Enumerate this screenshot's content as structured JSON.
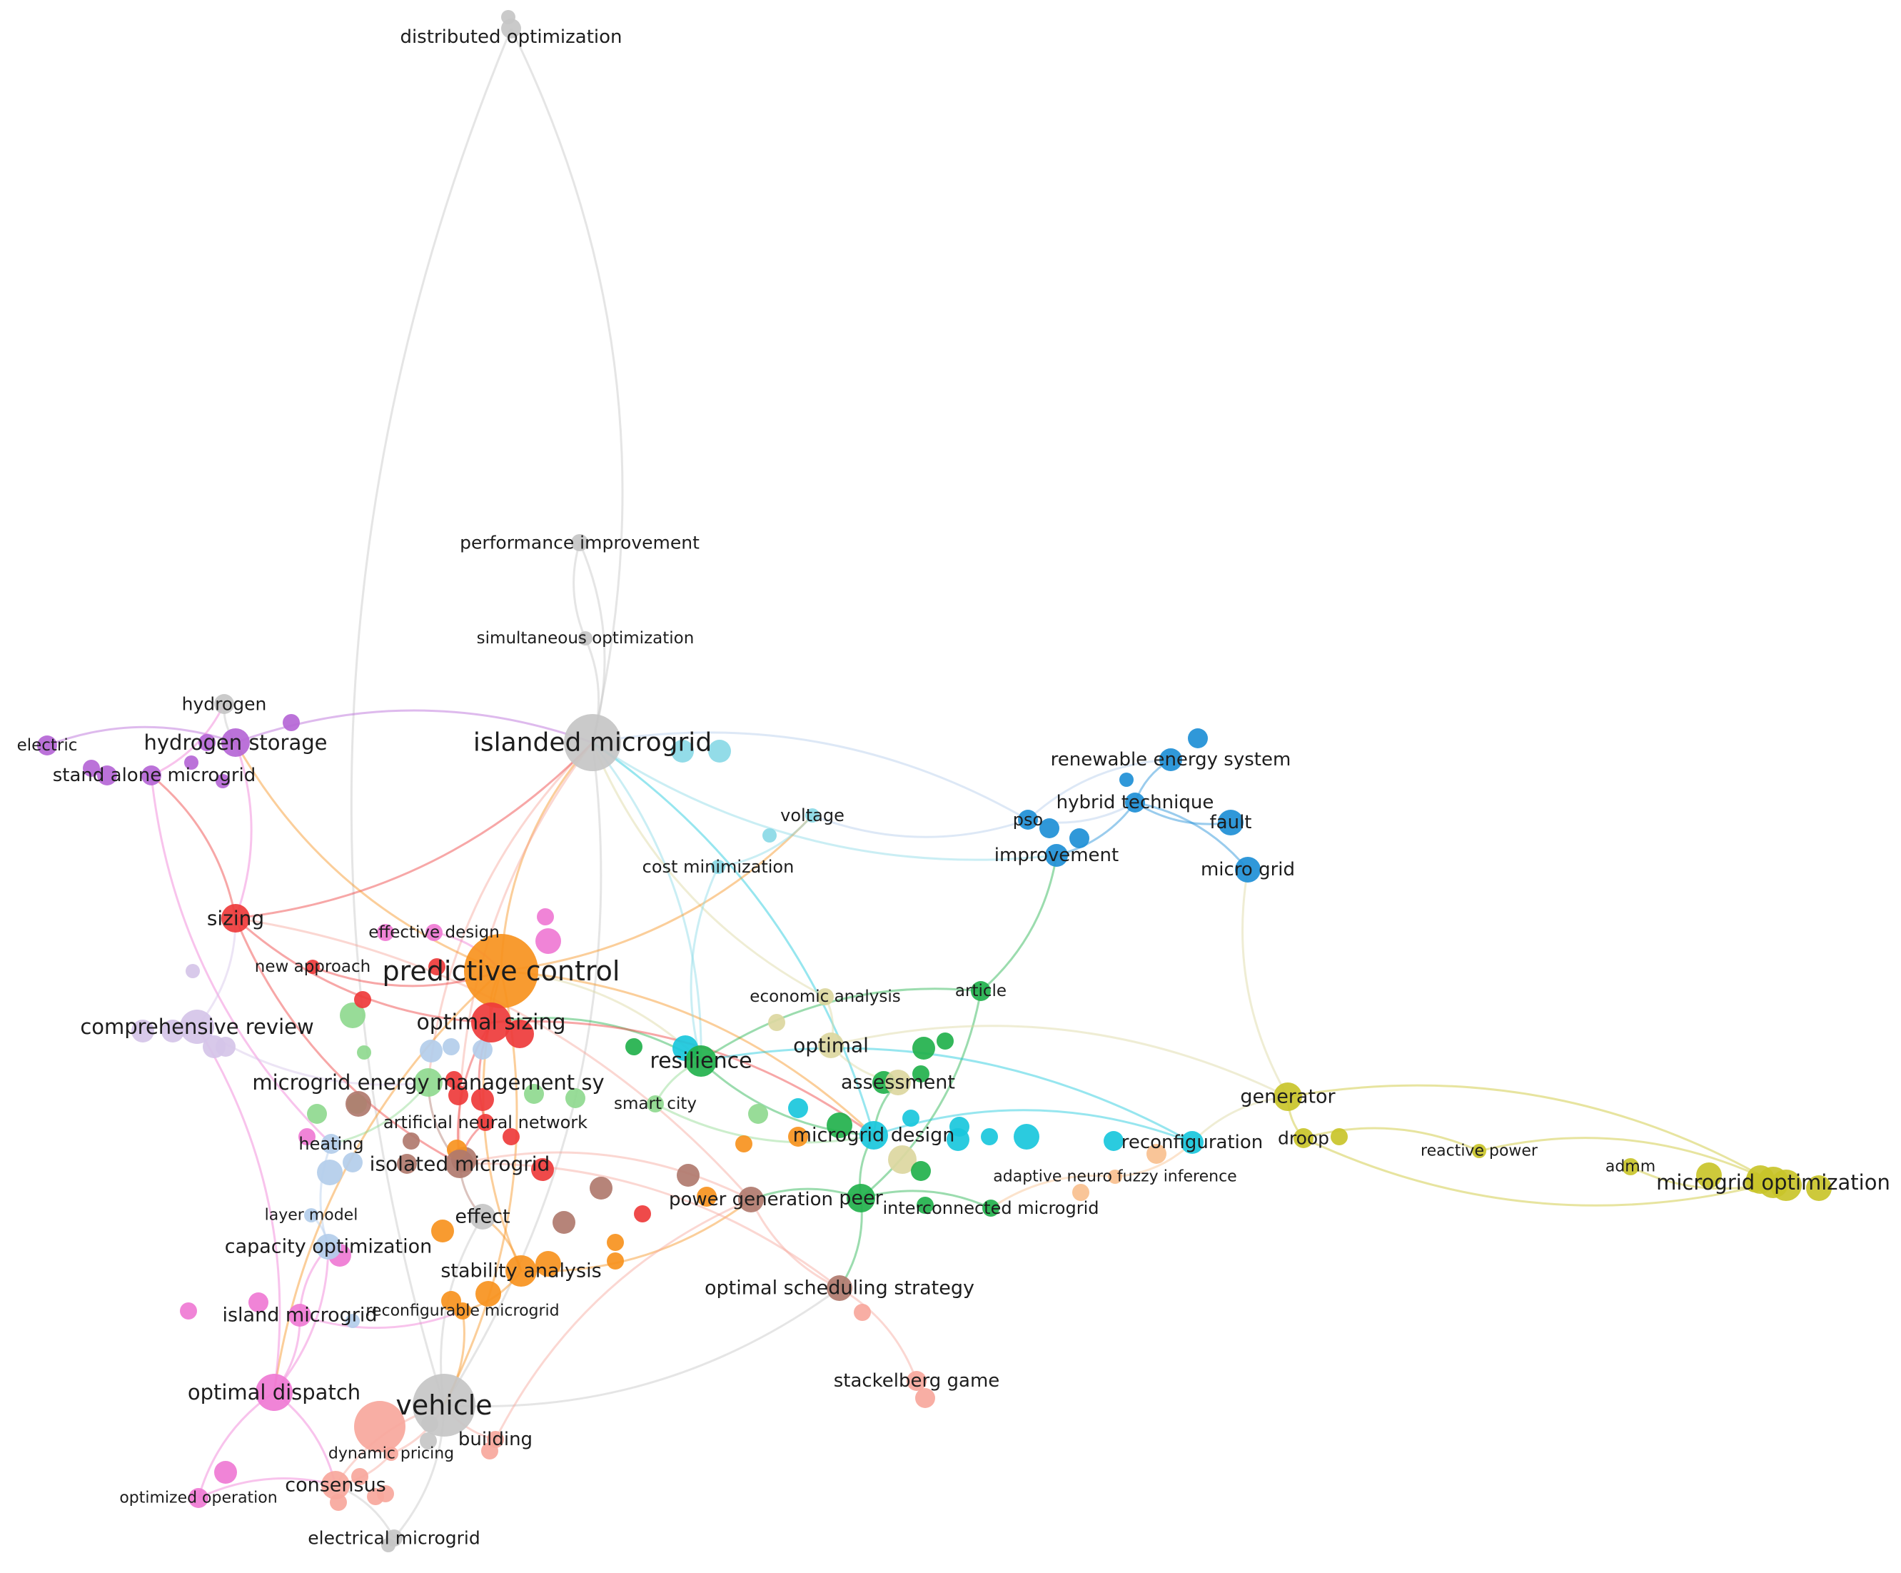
{
  "colors": {
    "grey": "#c6c6c6",
    "orange": "#f7931e",
    "red": "#ee3b3b",
    "purple": "#b566d6",
    "lavender": "#d5c4e8",
    "pink": "#ef7ad4",
    "salmon": "#f7a79c",
    "brown": "#b07a6e",
    "lightgreen": "#8fd98f",
    "green": "#22b14c",
    "cyan": "#19c7dc",
    "lightcyan": "#8ad9e6",
    "blue": "#1e8fd6",
    "lightblue": "#b3cdea",
    "olive": "#c9c42a",
    "khaki": "#dcd7a0",
    "peach": "#f9c08f"
  },
  "terms": [
    {
      "id": "distributed_optimization",
      "label": "distributed optimization",
      "color": "grey"
    },
    {
      "id": "performance_improvement",
      "label": "performance improvement",
      "color": "grey"
    },
    {
      "id": "simultaneous_optimization",
      "label": "simultaneous optimization",
      "color": "grey"
    },
    {
      "id": "islanded_microgrid",
      "label": "islanded microgrid",
      "color": "grey"
    },
    {
      "id": "hydrogen",
      "label": "hydrogen",
      "color": "grey"
    },
    {
      "id": "hydrogen_storage",
      "label": "hydrogen storage",
      "color": "purple"
    },
    {
      "id": "electric",
      "label": "electric",
      "color": "purple"
    },
    {
      "id": "stand_alone_microgrid",
      "label": "stand alone microgrid",
      "color": "purple"
    },
    {
      "id": "renewable_energy_system",
      "label": "renewable energy system",
      "color": "blue"
    },
    {
      "id": "hybrid_technique",
      "label": "hybrid technique",
      "color": "blue"
    },
    {
      "id": "voltage",
      "label": "voltage",
      "color": "lightcyan"
    },
    {
      "id": "pso",
      "label": "pso",
      "color": "blue"
    },
    {
      "id": "fault",
      "label": "fault",
      "color": "blue"
    },
    {
      "id": "improvement",
      "label": "improvement",
      "color": "blue"
    },
    {
      "id": "micro_grid",
      "label": "micro grid",
      "color": "blue"
    },
    {
      "id": "cost_minimization",
      "label": "cost minimization",
      "color": "lightcyan"
    },
    {
      "id": "sizing",
      "label": "sizing",
      "color": "red"
    },
    {
      "id": "effective_design",
      "label": "effective design",
      "color": "pink"
    },
    {
      "id": "new_approach",
      "label": "new approach",
      "color": "red"
    },
    {
      "id": "predictive_control",
      "label": "predictive control",
      "color": "orange"
    },
    {
      "id": "economic_analysis",
      "label": "economic analysis",
      "color": "khaki"
    },
    {
      "id": "article",
      "label": "article",
      "color": "green"
    },
    {
      "id": "comprehensive_review",
      "label": "comprehensive review",
      "color": "lavender"
    },
    {
      "id": "optimal_sizing",
      "label": "optimal sizing",
      "color": "red"
    },
    {
      "id": "optimal",
      "label": "optimal",
      "color": "khaki"
    },
    {
      "id": "resilience",
      "label": "resilience",
      "color": "green"
    },
    {
      "id": "assessment",
      "label": "assessment",
      "color": "khaki"
    },
    {
      "id": "microgrid_energy_management_sy",
      "label": "microgrid energy management sy",
      "color": "lightgreen"
    },
    {
      "id": "generator",
      "label": "generator",
      "color": "olive"
    },
    {
      "id": "smart_city",
      "label": "smart city",
      "color": "lightgreen"
    },
    {
      "id": "artificial_neural_network",
      "label": "artificial neural network",
      "color": "red"
    },
    {
      "id": "microgrid_design",
      "label": "microgrid design",
      "color": "cyan"
    },
    {
      "id": "heating",
      "label": "heating",
      "color": "lightblue"
    },
    {
      "id": "reconfiguration",
      "label": "reconfiguration",
      "color": "cyan"
    },
    {
      "id": "droop",
      "label": "droop",
      "color": "olive"
    },
    {
      "id": "reactive_power",
      "label": "reactive power",
      "color": "olive"
    },
    {
      "id": "isolated_microgrid",
      "label": "isolated microgrid",
      "color": "brown"
    },
    {
      "id": "adaptive_neuro_fuzzy_inference",
      "label": "adaptive neuro fuzzy inference",
      "color": "peach"
    },
    {
      "id": "admm",
      "label": "admm",
      "color": "olive"
    },
    {
      "id": "microgrid_optimization",
      "label": "microgrid optimization",
      "color": "olive"
    },
    {
      "id": "power_generation",
      "label": "power generation",
      "color": "brown"
    },
    {
      "id": "peer",
      "label": "peer",
      "color": "green"
    },
    {
      "id": "effect",
      "label": "effect",
      "color": "grey"
    },
    {
      "id": "interconnected_microgrid",
      "label": "interconnected microgrid",
      "color": "green"
    },
    {
      "id": "layer_model",
      "label": "layer model",
      "color": "lightblue"
    },
    {
      "id": "capacity_optimization",
      "label": "capacity optimization",
      "color": "lightblue"
    },
    {
      "id": "stability_analysis",
      "label": "stability analysis",
      "color": "orange"
    },
    {
      "id": "optimal_scheduling_strategy",
      "label": "optimal scheduling strategy",
      "color": "brown"
    },
    {
      "id": "island_microgrid",
      "label": "island microgrid",
      "color": "pink"
    },
    {
      "id": "reconfigurable_microgrid",
      "label": "reconfigurable microgrid",
      "color": "orange"
    },
    {
      "id": "stackelberg_game",
      "label": "stackelberg game",
      "color": "salmon"
    },
    {
      "id": "optimal_dispatch",
      "label": "optimal dispatch",
      "color": "pink"
    },
    {
      "id": "vehicle",
      "label": "vehicle",
      "color": "grey"
    },
    {
      "id": "building",
      "label": "building",
      "color": "salmon"
    },
    {
      "id": "dynamic_pricing",
      "label": "dynamic pricing",
      "color": "salmon"
    },
    {
      "id": "consensus",
      "label": "consensus",
      "color": "salmon"
    },
    {
      "id": "optimized_operation",
      "label": "optimized operation",
      "color": "pink"
    },
    {
      "id": "electrical_microgrid",
      "label": "electrical microgrid",
      "color": "grey"
    }
  ],
  "links": [
    [
      "distributed_optimization",
      "islanded_microgrid",
      "grey"
    ],
    [
      "distributed_optimization",
      "vehicle",
      "grey"
    ],
    [
      "performance_improvement",
      "islanded_microgrid",
      "grey"
    ],
    [
      "performance_improvement",
      "simultaneous_optimization",
      "grey"
    ],
    [
      "simultaneous_optimization",
      "islanded_microgrid",
      "grey"
    ],
    [
      "islanded_microgrid",
      "predictive_control",
      "orange"
    ],
    [
      "islanded_microgrid",
      "vehicle",
      "grey"
    ],
    [
      "islanded_microgrid",
      "microgrid_energy_management_sy",
      "salmon"
    ],
    [
      "islanded_microgrid",
      "pso",
      "lightblue"
    ],
    [
      "islanded_microgrid",
      "improvement",
      "lightcyan"
    ],
    [
      "islanded_microgrid",
      "resilience",
      "lightcyan"
    ],
    [
      "islanded_microgrid",
      "hydrogen_storage",
      "purple"
    ],
    [
      "islanded_microgrid",
      "sizing",
      "red"
    ],
    [
      "islanded_microgrid",
      "isolated_microgrid",
      "salmon"
    ],
    [
      "islanded_microgrid",
      "microgrid_design",
      "cyan"
    ],
    [
      "islanded_microgrid",
      "economic_analysis",
      "khaki"
    ],
    [
      "hydrogen_storage",
      "sizing",
      "pink"
    ],
    [
      "hydrogen_storage",
      "predictive_control",
      "orange"
    ],
    [
      "stand_alone_microgrid",
      "sizing",
      "red"
    ],
    [
      "stand_alone_microgrid",
      "heating",
      "pink"
    ],
    [
      "electric",
      "hydrogen_storage",
      "purple"
    ],
    [
      "sizing",
      "optimal_sizing",
      "red"
    ],
    [
      "sizing",
      "comprehensive_review",
      "lavender"
    ],
    [
      "sizing",
      "isolated_microgrid",
      "red"
    ],
    [
      "sizing",
      "power_generation",
      "salmon"
    ],
    [
      "new_approach",
      "predictive_control",
      "red"
    ],
    [
      "effective_design",
      "predictive_control",
      "pink"
    ],
    [
      "predictive_control",
      "optimal_sizing",
      "orange"
    ],
    [
      "predictive_control",
      "resilience",
      "khaki"
    ],
    [
      "predictive_control",
      "voltage",
      "orange"
    ],
    [
      "predictive_control",
      "vehicle",
      "orange"
    ],
    [
      "predictive_control",
      "stability_analysis",
      "orange"
    ],
    [
      "predictive_control",
      "microgrid_design",
      "orange"
    ],
    [
      "predictive_control",
      "optimal_dispatch",
      "orange"
    ],
    [
      "optimal_sizing",
      "resilience",
      "green"
    ],
    [
      "optimal_sizing",
      "isolated_microgrid",
      "red"
    ],
    [
      "optimal_sizing",
      "microgrid_design",
      "red"
    ],
    [
      "comprehensive_review",
      "microgrid_energy_management_sy",
      "lavender"
    ],
    [
      "comprehensive_review",
      "optimal_dispatch",
      "pink"
    ],
    [
      "voltage",
      "pso",
      "lightblue"
    ],
    [
      "voltage",
      "cost_minimization",
      "lightcyan"
    ],
    [
      "cost_minimization",
      "resilience",
      "lightcyan"
    ],
    [
      "pso",
      "renewable_energy_system",
      "lightblue"
    ],
    [
      "pso",
      "hybrid_technique",
      "lightblue"
    ],
    [
      "hybrid_technique",
      "renewable_energy_system",
      "blue"
    ],
    [
      "hybrid_technique",
      "fault",
      "blue"
    ],
    [
      "hybrid_technique",
      "micro_grid",
      "blue"
    ],
    [
      "improvement",
      "hybrid_technique",
      "blue"
    ],
    [
      "improvement",
      "article",
      "green"
    ],
    [
      "micro_grid",
      "generator",
      "khaki"
    ],
    [
      "article",
      "peer",
      "green"
    ],
    [
      "article",
      "resilience",
      "green"
    ],
    [
      "economic_analysis",
      "optimal",
      "khaki"
    ],
    [
      "optimal",
      "assessment",
      "khaki"
    ],
    [
      "optimal",
      "generator",
      "khaki"
    ],
    [
      "resilience",
      "microgrid_design",
      "green"
    ],
    [
      "resilience",
      "reconfiguration",
      "cyan"
    ],
    [
      "assessment",
      "microgrid_design",
      "green"
    ],
    [
      "microgrid_design",
      "reconfiguration",
      "cyan"
    ],
    [
      "microgrid_design",
      "peer",
      "green"
    ],
    [
      "microgrid_design",
      "smart_city",
      "lightgreen"
    ],
    [
      "generator",
      "droop",
      "olive"
    ],
    [
      "generator",
      "microgrid_optimization",
      "olive"
    ],
    [
      "generator",
      "reconfiguration",
      "khaki"
    ],
    [
      "droop",
      "reactive_power",
      "olive"
    ],
    [
      "droop",
      "microgrid_optimization",
      "olive"
    ],
    [
      "reactive_power",
      "microgrid_optimization",
      "olive"
    ],
    [
      "admm",
      "microgrid_optimization",
      "olive"
    ],
    [
      "reconfiguration",
      "adaptive_neuro_fuzzy_inference",
      "peach"
    ],
    [
      "adaptive_neuro_fuzzy_inference",
      "interconnected_microgrid",
      "peach"
    ],
    [
      "peer",
      "interconnected_microgrid",
      "green"
    ],
    [
      "peer",
      "power_generation",
      "green"
    ],
    [
      "peer",
      "optimal_scheduling_strategy",
      "green"
    ],
    [
      "power_generation",
      "isolated_microgrid",
      "salmon"
    ],
    [
      "power_generation",
      "stability_analysis",
      "orange"
    ],
    [
      "power_generation",
      "optimal_scheduling_strategy",
      "salmon"
    ],
    [
      "optimal_scheduling_strategy",
      "stackelberg_game",
      "salmon"
    ],
    [
      "optimal_scheduling_strategy",
      "isolated_microgrid",
      "salmon"
    ],
    [
      "isolated_microgrid",
      "microgrid_energy_management_sy",
      "brown"
    ],
    [
      "isolated_microgrid",
      "effect",
      "brown"
    ],
    [
      "microgrid_energy_management_sy",
      "heating",
      "lightgreen"
    ],
    [
      "heating",
      "capacity_optimization",
      "lightblue"
    ],
    [
      "layer_model",
      "capacity_optimization",
      "lightblue"
    ],
    [
      "capacity_optimization",
      "island_microgrid",
      "pink"
    ],
    [
      "capacity_optimization",
      "optimal_dispatch",
      "pink"
    ],
    [
      "island_microgrid",
      "reconfigurable_microgrid",
      "pink"
    ],
    [
      "island_microgrid",
      "optimal_dispatch",
      "pink"
    ],
    [
      "optimal_dispatch",
      "optimized_operation",
      "pink"
    ],
    [
      "optimal_dispatch",
      "consensus",
      "pink"
    ],
    [
      "stability_analysis",
      "effect",
      "orange"
    ],
    [
      "stability_analysis",
      "reconfigurable_microgrid",
      "orange"
    ],
    [
      "effect",
      "vehicle",
      "grey"
    ],
    [
      "reconfigurable_microgrid",
      "vehicle",
      "orange"
    ],
    [
      "vehicle",
      "building",
      "salmon"
    ],
    [
      "vehicle",
      "dynamic_pricing",
      "salmon"
    ],
    [
      "vehicle",
      "consensus",
      "salmon"
    ],
    [
      "vehicle",
      "electrical_microgrid",
      "grey"
    ],
    [
      "vehicle",
      "optimal_scheduling_strategy",
      "grey"
    ],
    [
      "dynamic_pricing",
      "consensus",
      "salmon"
    ],
    [
      "consensus",
      "optimized_operation",
      "pink"
    ],
    [
      "building",
      "power_generation",
      "salmon"
    ],
    [
      "electrical_microgrid",
      "consensus",
      "grey"
    ],
    [
      "artificial_neural_network",
      "optimal_sizing",
      "red"
    ],
    [
      "artificial_neural_network",
      "isolated_microgrid",
      "red"
    ],
    [
      "smart_city",
      "resilience",
      "lightgreen"
    ],
    [
      "hydrogen",
      "hydrogen_storage",
      "grey"
    ],
    [
      "hydrogen",
      "stand_alone_microgrid",
      "pink"
    ]
  ]
}
